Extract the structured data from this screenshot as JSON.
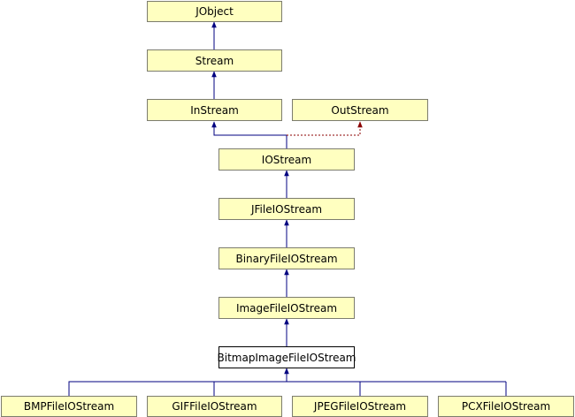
{
  "colors": {
    "node_fill": "#ffffc0",
    "node_border": "#7c7c6e",
    "current_fill": "#ffffff",
    "edge_public": "#000080",
    "edge_protected": "#8b0000"
  },
  "nodes": {
    "jobject": "JObject",
    "stream": "Stream",
    "instream": "InStream",
    "outstream": "OutStream",
    "iostream": "IOStream",
    "jfileiostream": "JFileIOStream",
    "binaryfileiostream": "BinaryFileIOStream",
    "imagefileiostream": "ImageFileIOStream",
    "bitmapimagefileiostream": "BitmapImageFileIOStream",
    "bmpfileiostream": "BMPFileIOStream",
    "giffileiostream": "GIFFileIOStream",
    "jpegfileiostream": "JPEGFileIOStream",
    "pcxfileiostream": "PCXFileIOStream"
  }
}
